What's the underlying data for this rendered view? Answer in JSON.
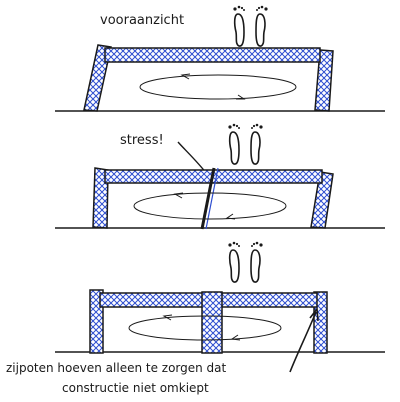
{
  "labels": {
    "front_view": "vooraanzicht",
    "stress": "stress!",
    "note_line1": "zijpoten hoeven alleen te zorgen dat",
    "note_line2": "constructie niet omkiept"
  },
  "colors": {
    "ink": "#1a1a1a",
    "hatch": "#2f4fd0",
    "paper": "#ffffff"
  },
  "icons": [
    "footprints-icon",
    "footprints-icon",
    "footprints-icon"
  ]
}
